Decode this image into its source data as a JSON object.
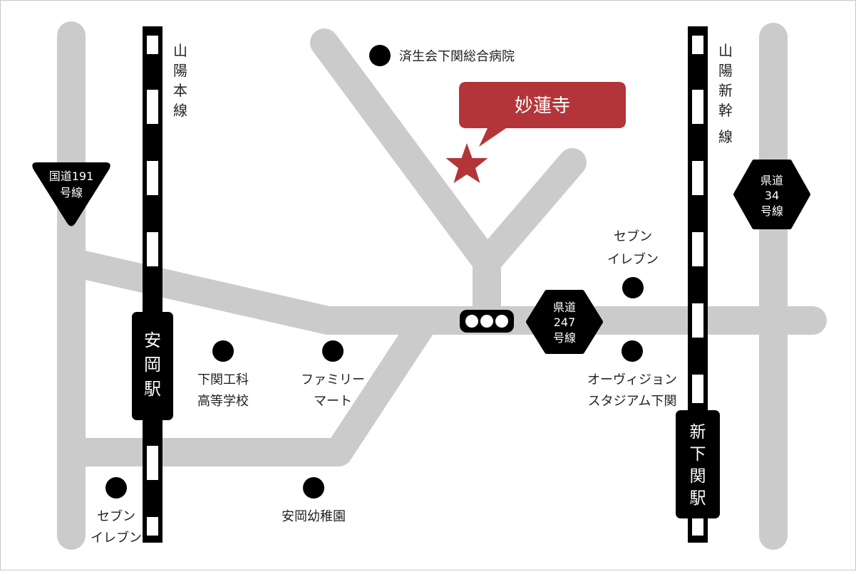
{
  "destination": {
    "label": "妙蓮寺"
  },
  "landmarks": {
    "hospital": "済生会下関総合病院",
    "seven_eleven_top": [
      "セブン",
      "イレブン"
    ],
    "school": [
      "下関工科",
      "高等学校"
    ],
    "familymart": [
      "ファミリー",
      "マート"
    ],
    "stadium": [
      "オーヴィジョン",
      "スタジアム下関"
    ],
    "kindergarten": "安岡幼稚園",
    "seven_eleven_bottom": [
      "セブン",
      "イレブン"
    ]
  },
  "rail_lines": {
    "sanyo_main": [
      "山",
      "陽",
      "本",
      "線"
    ],
    "sanyo_shinkansen": [
      "山",
      "陽",
      "新",
      "幹",
      "線"
    ]
  },
  "stations": {
    "yasuoka": [
      "安",
      "岡",
      "駅"
    ],
    "shin_shimonoseki": [
      "新",
      "下",
      "関",
      "駅"
    ]
  },
  "road_signs": {
    "route191": [
      "国道191",
      "号線"
    ],
    "pref34": [
      "県道",
      "34",
      "号線"
    ],
    "pref247": [
      "県道",
      "247",
      "号線"
    ]
  },
  "colors": {
    "road": "#cbcbcb",
    "accent": "#b3353a",
    "rail": "#000000",
    "text": "#222222",
    "border": "#c8c8c8"
  }
}
